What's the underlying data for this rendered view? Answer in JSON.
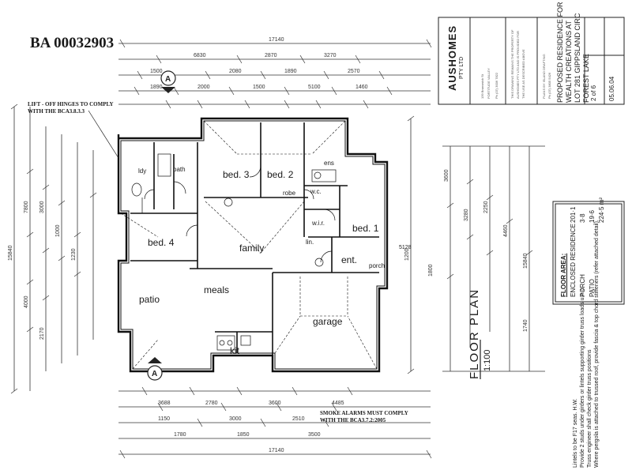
{
  "header": {
    "ba_number": "BA 00032903",
    "lift_note": [
      "LIFT - OFF HINGES TO COMPLY",
      "WITH THE BCA3.8.3.3"
    ],
    "smoke_note": [
      "SMOKE ALARMS MUST COMPLY",
      "WITH THE BCA3.7.2:2005"
    ]
  },
  "rooms": {
    "bed3": "bed. 3",
    "bed2": "bed. 2",
    "bed1": "bed. 1",
    "bed4": "bed. 4",
    "family": "family",
    "meals": "meals",
    "patio": "patio",
    "garage": "garage",
    "kit": "kit",
    "ent": "ent.",
    "porch": "porch",
    "wir": "w.i.r.",
    "lin": "lin.",
    "ldy": "ldy",
    "bath": "bath",
    "ens": "ens",
    "robe": "robe",
    "wc": "w.c."
  },
  "title_block": {
    "company": "AUSHOMES",
    "company_sub": "PTY LTD",
    "drawing_title": [
      "PROPOSED RESIDENCE FOR",
      "WEALTH CREATIONS  AT",
      "LOT 281 GIPPSLAND  CIRC",
      "FOREST  LAKE"
    ],
    "sheet": "2 of 6",
    "date": "05.06.04"
  },
  "floor_area": {
    "title": "FLOOR AREA:",
    "rows": [
      {
        "label": "ENCLOSED RESIDENCE",
        "value": "201·1"
      },
      {
        "label": "PORCH",
        "value": "3·8"
      },
      {
        "label": "PATIO",
        "value": "19·6"
      }
    ],
    "total": "224·5 m²"
  },
  "plan_title": {
    "name": "FLOOR PLAN",
    "scale": "1:100"
  },
  "dimensions": {
    "top_overall": "17140",
    "left_overall": "15840",
    "right_overall": "15840",
    "bottom_overall": "17140",
    "right_a": "1740",
    "right_b": "5128"
  },
  "notes_bottom": [
    "Lintels to be F17 seas. H.W.",
    "Provide 2 studs under girders or lintels supporting girder truss loads u.n.o.",
    "Truss engineer shall check girder truss positions",
    "Where pergola is attached to trussed roof, provide fascia & top chord stiffeners (refer attached detail)."
  ]
}
